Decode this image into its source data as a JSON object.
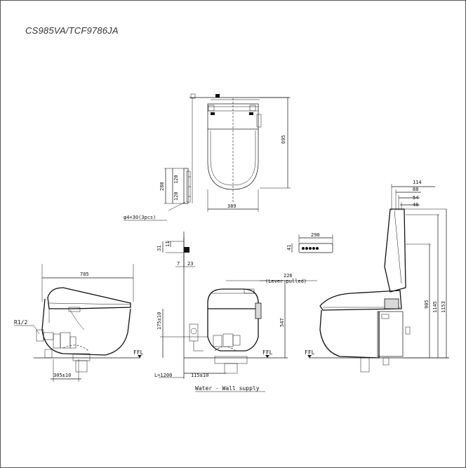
{
  "title": "CS985VA/TCF9786JA",
  "top_view": {
    "depth": "695",
    "width": "389"
  },
  "remote": {
    "dims": [
      "280",
      "120",
      "120"
    ],
    "screws": "φ4×30(3pcs)",
    "side_dims": [
      "31",
      "11",
      "7",
      "23"
    ]
  },
  "panel": {
    "width": "290",
    "height": "41"
  },
  "left_view": {
    "length": "705",
    "pipe": "R1/2",
    "offset": "305±10",
    "floor": "FFL"
  },
  "front_view": {
    "lever_dim": "226",
    "lever_note": "(Lever pulled)",
    "height": "547",
    "supply_height": "175±10",
    "hose": "L=1200",
    "supply_offset": "115±10",
    "floor": "FFL",
    "caption": "Water - Wall supply"
  },
  "right_view": {
    "top_dims": [
      "114",
      "88",
      "54",
      "46"
    ],
    "heights": [
      "905",
      "1145",
      "1153"
    ],
    "floor": "FFL"
  }
}
